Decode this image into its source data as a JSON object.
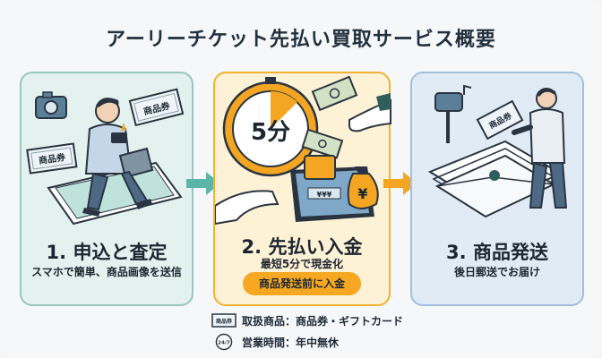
{
  "title": "アーリーチケット先払い買取サービス概要",
  "steps": [
    {
      "title": "1. 申込と査定",
      "subtitle": "スマホで簡単、商品画像を送信",
      "icon": "person-smartphone-icon",
      "ticket_label_1": "商品券",
      "ticket_label_2": "商品券"
    },
    {
      "title": "2. 先払い入金",
      "subtitle": "最短5分で現金化",
      "badge": "商品発送前に入金",
      "icon": "stopwatch-payment-icon",
      "timer_label": "5分",
      "bag_label": "¥",
      "card_label": "¥¥¥"
    },
    {
      "title": "3. 商品発送",
      "subtitle": "後日郵送でお届け",
      "icon": "mail-envelope-icon",
      "ticket_label": "商品券"
    }
  ],
  "info": [
    {
      "icon": "ticket-icon",
      "icon_text": "商品券",
      "text": "取扱商品：商品券・ギフトカード"
    },
    {
      "icon": "clock-24-7-icon",
      "icon_text": "24/7",
      "text": "営業時間：年中無休"
    }
  ],
  "colors": {
    "card1_bg": "#e4f2ef",
    "card1_border": "#97c7bf",
    "card2_bg": "#fdf1d6",
    "card2_border": "#f2b233",
    "card3_bg": "#e1ebf6",
    "card3_border": "#a3bfdc",
    "arrow1": "#5bb5a8",
    "arrow2": "#f4a623",
    "badge": "#f6a823"
  }
}
